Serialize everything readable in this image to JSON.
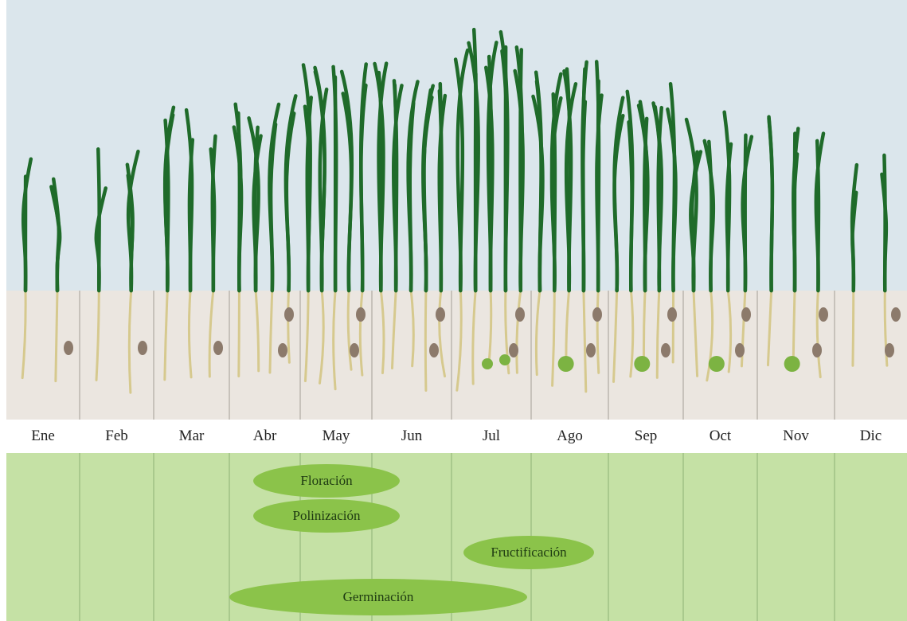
{
  "months": [
    "Ene",
    "Feb",
    "Mar",
    "Abr",
    "May",
    "Jun",
    "Jul",
    "Ago",
    "Sep",
    "Oct",
    "Nov",
    "Dic"
  ],
  "phases": [
    {
      "label": "Floración",
      "start": "Abr",
      "end": "Jun"
    },
    {
      "label": "Polinización",
      "start": "Abr",
      "end": "Jun"
    },
    {
      "label": "Fructificación",
      "start": "Jul",
      "end": "Ago"
    },
    {
      "label": "Germinación",
      "start": "Abr",
      "end": "Jul"
    }
  ],
  "colors": {
    "sky": "#dbe6ec",
    "sediment": "#ebe6e0",
    "label_band": "#ffffff",
    "phase_band": "#c5e1a5",
    "phase_ellipse": "#8bc34a",
    "leaf": "#1f6b2a",
    "root": "#d6c98e",
    "seed": "#8c7a6b",
    "seedling": "#7cb342"
  }
}
